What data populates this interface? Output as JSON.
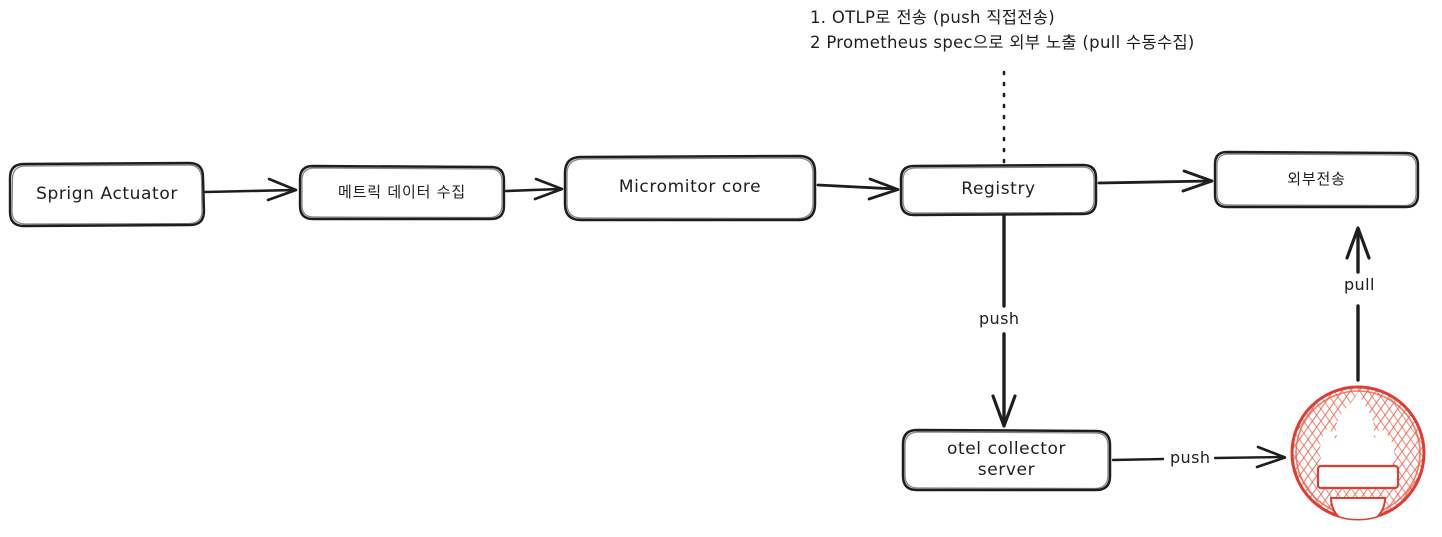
{
  "diagram": {
    "title": "Spring Actuator metrics export architecture",
    "background_color": "#ffffff",
    "stroke_color": "#1e1e1e",
    "accent_color": "#e03c31"
  },
  "annotation": {
    "line1": "1. OTLP로  전송  (push 직접전송)",
    "line2": "2 Prometheus spec으로 외부 노출 (pull 수동수집)"
  },
  "nodes": [
    {
      "id": "spring-actuator",
      "label": "Sprign Actuator",
      "script": "latin"
    },
    {
      "id": "metric-collect",
      "label": "메트릭 데이터 수집",
      "script": "hangul"
    },
    {
      "id": "micrometer-core",
      "label": "Micromitor core",
      "script": "latin"
    },
    {
      "id": "registry",
      "label": "Registry",
      "script": "latin"
    },
    {
      "id": "external-send",
      "label": "외부전송",
      "script": "hangul"
    },
    {
      "id": "otel-collector",
      "label": "otel collector\nserver",
      "script": "latin"
    }
  ],
  "edge_labels": {
    "registry_to_otel": "push",
    "otel_to_prometheus": "push",
    "prometheus_to_external": "pull"
  },
  "logo": {
    "name": "prometheus-logo",
    "color": "#e03c31"
  }
}
